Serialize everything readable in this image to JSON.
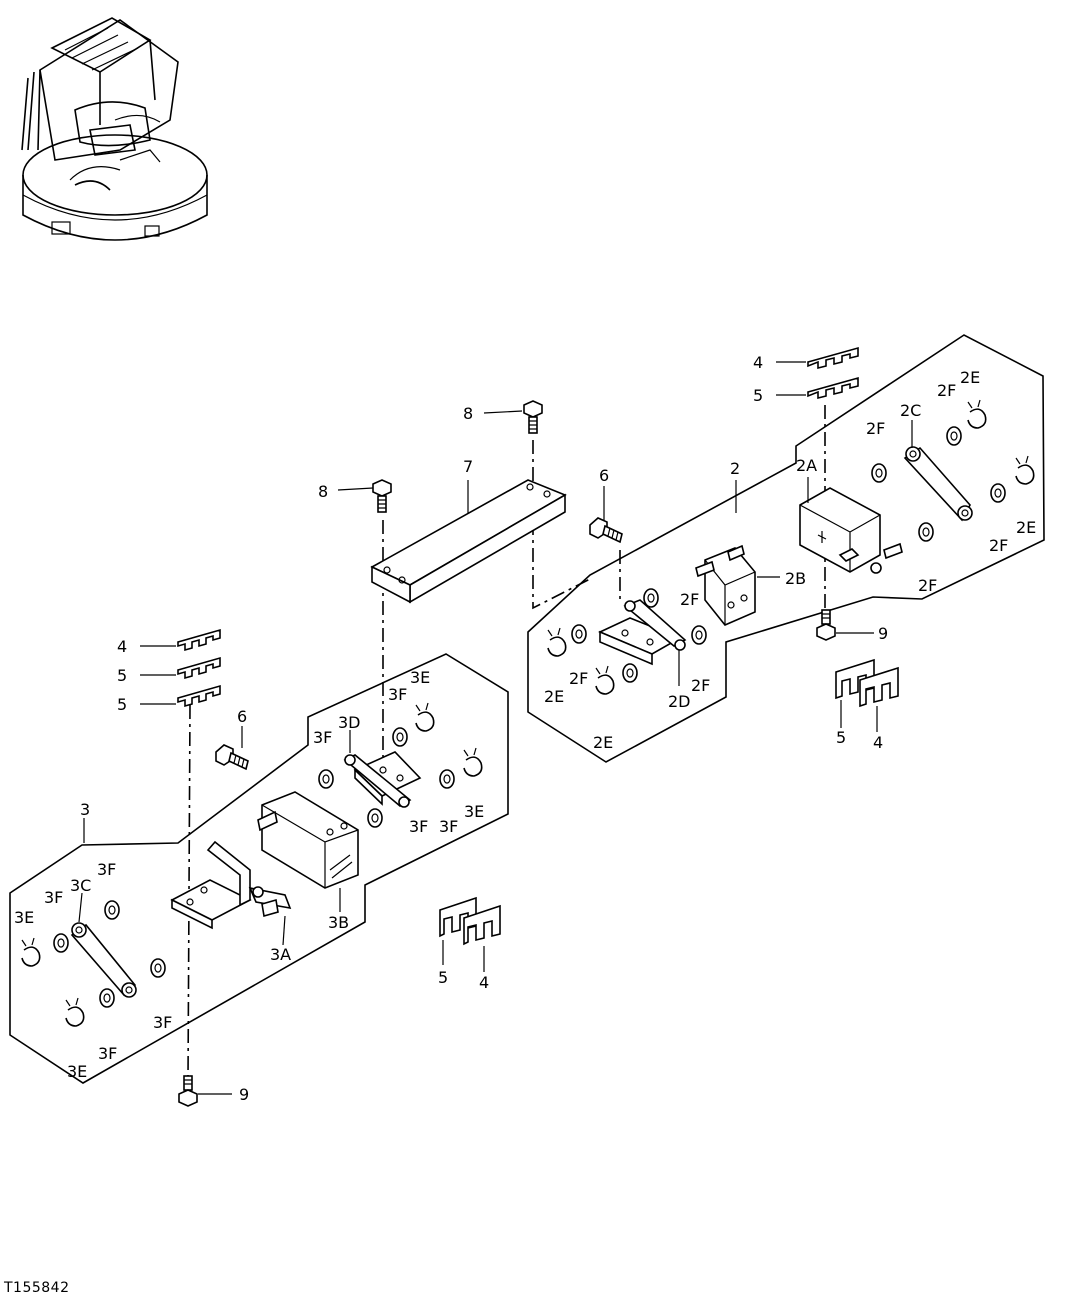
{
  "figure_id": "T155842",
  "callouts": {
    "c_8a": "8",
    "c_8b": "8",
    "c_7": "7",
    "c_6a": "6",
    "c_6b": "6",
    "c_9a": "9",
    "c_9b": "9",
    "c_2": "2",
    "c_3": "3",
    "c_4a": "4",
    "c_5a": "5",
    "c_4b": "4",
    "c_5b": "5",
    "c_5c": "5",
    "c_4c": "4",
    "c_5d": "5",
    "c_4d": "4",
    "c_5e": "5",
    "c_2A": "2A",
    "c_2B": "2B",
    "c_2C": "2C",
    "c_2D": "2D",
    "c_2E1": "2E",
    "c_2E2": "2E",
    "c_2E3": "2E",
    "c_2E4": "2E",
    "c_2F1": "2F",
    "c_2F2": "2F",
    "c_2F3": "2F",
    "c_2F4": "2F",
    "c_2F5": "2F",
    "c_2F6": "2F",
    "c_2F7": "2F",
    "c_3A": "3A",
    "c_3B": "3B",
    "c_3C": "3C",
    "c_3D": "3D",
    "c_3E1": "3E",
    "c_3E2": "3E",
    "c_3E3": "3E",
    "c_3E4": "3E",
    "c_3F1": "3F",
    "c_3F2": "3F",
    "c_3F3": "3F",
    "c_3F4": "3F",
    "c_3F5": "3F",
    "c_3F6": "3F",
    "c_3F7": "3F",
    "c_3F8": "3F"
  }
}
